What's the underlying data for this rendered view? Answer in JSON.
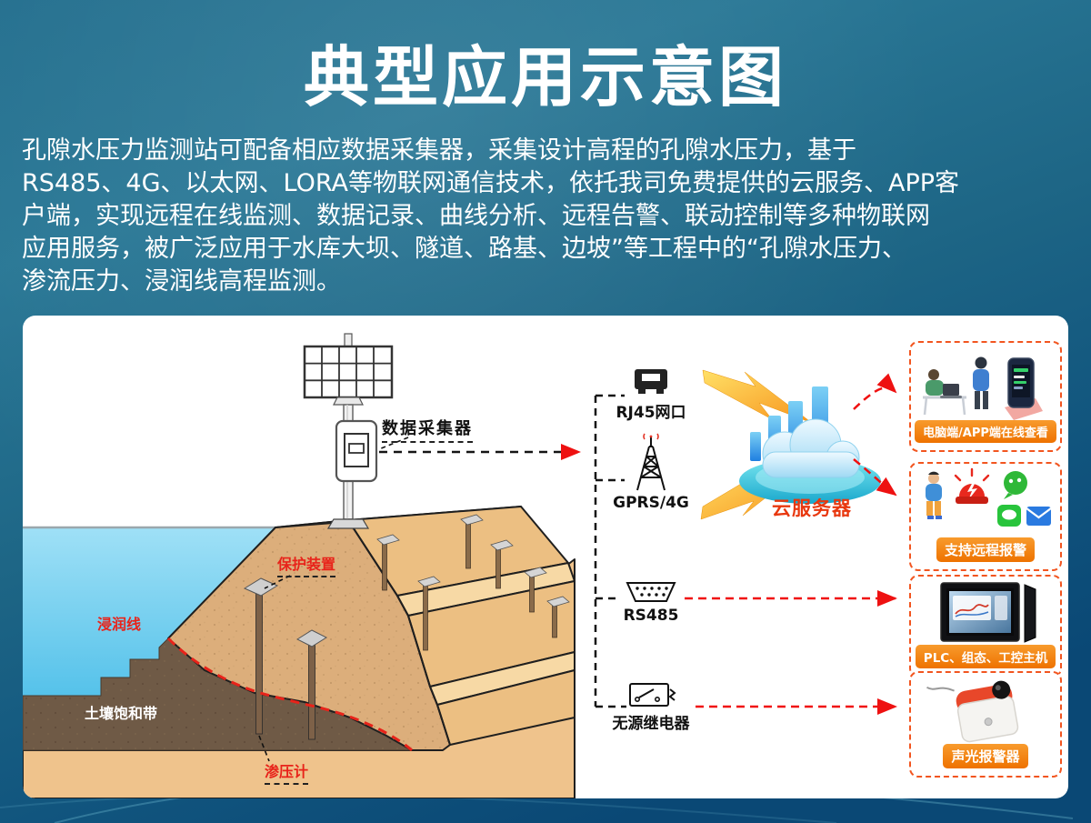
{
  "page": {
    "title": "典型应用示意图",
    "description_lines": [
      "孔隙水压力监测站可配备相应数据采集器，采集设计高程的孔隙水压力，基于",
      "RS485、4G、以太网、LORA等物联网通信技术，依托我司免费提供的云服务、APP客",
      "户端，实现远程在线监测、数据记录、曲线分析、远程告警、联动控制等多种物联网",
      "应用服务，被广泛应用于水库大坝、隧道、路基、边坡”等工程中的“孔隙水压力、",
      "渗流压力、浸润线高程监测。"
    ]
  },
  "diagram": {
    "station": {
      "collector_label": "数据采集器"
    },
    "dam_labels": {
      "protection": "保护装置",
      "saturation_line": "浸润线",
      "saturated_zone": "土壤饱和带",
      "piezometer": "渗压计"
    },
    "interfaces": [
      {
        "id": "rj45",
        "label": "RJ45网口"
      },
      {
        "id": "gprs",
        "label": "GPRS/4G"
      },
      {
        "id": "rs485",
        "label": "RS485"
      },
      {
        "id": "relay",
        "label": "无源继电器"
      }
    ],
    "cloud": {
      "label": "云服务器"
    },
    "targets": [
      {
        "label": "电脑端/APP端在线查看"
      },
      {
        "label": "支持远程报警"
      },
      {
        "label": "PLC、组态、工控主机"
      },
      {
        "label": "声光报警器"
      }
    ],
    "icons": [
      "solar-station-icon",
      "data-collector-icon",
      "rj45-port-icon",
      "antenna-tower-icon",
      "db9-serial-icon",
      "relay-icon",
      "lightning-bolt-icon",
      "cloud-server-icon",
      "pc-app-users-icon",
      "alarm-beacon-icon",
      "wechat-icon",
      "sms-icon",
      "email-icon",
      "industrial-monitor-icon",
      "siren-icon"
    ]
  },
  "colors": {
    "background_top": "#2a7896",
    "background_bottom": "#0a4875",
    "panel": "#ffffff",
    "accent_red": "#e8231a",
    "arrow_red": "#f01010",
    "label_orange": "#f08300",
    "box_border_orange": "#f2551f",
    "water_blue": "#7fd3f0",
    "sand": "#dcae7b",
    "embankment": "#ecbf82",
    "saturated_soil": "#6f5a46",
    "cloud_label_red": "#e8380f"
  }
}
